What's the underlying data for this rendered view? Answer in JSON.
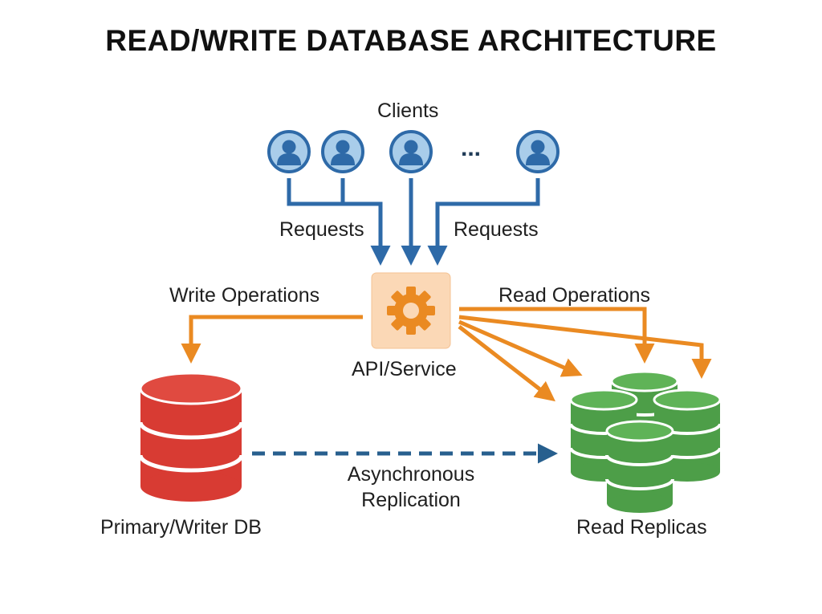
{
  "title": "READ/WRITE DATABASE ARCHITECTURE",
  "labels": {
    "clients": "Clients",
    "requests_left": "Requests",
    "requests_right": "Requests",
    "write_ops": "Write Operations",
    "read_ops": "Read Operations",
    "api_service": "API/Service",
    "async_replication_line1": "Asynchronous",
    "async_replication_line2": "Replication",
    "primary_db": "Primary/Writer DB",
    "read_replicas": "Read Replicas",
    "ellipsis": "..."
  },
  "icons": {
    "client": "user-icon",
    "service": "gear-icon",
    "primary": "database-icon",
    "replica": "database-icon"
  },
  "colors": {
    "request_flow": "#2e6aa8",
    "client_fill": "#a9cdea",
    "client_ring": "#2e6aa8",
    "operation_flow": "#ea8a22",
    "service_bg": "#fbd8b6",
    "service_gear": "#ea8a22",
    "primary_db": "#d83b33",
    "replica_db": "#4d9e48",
    "replication": "#275f8e"
  }
}
